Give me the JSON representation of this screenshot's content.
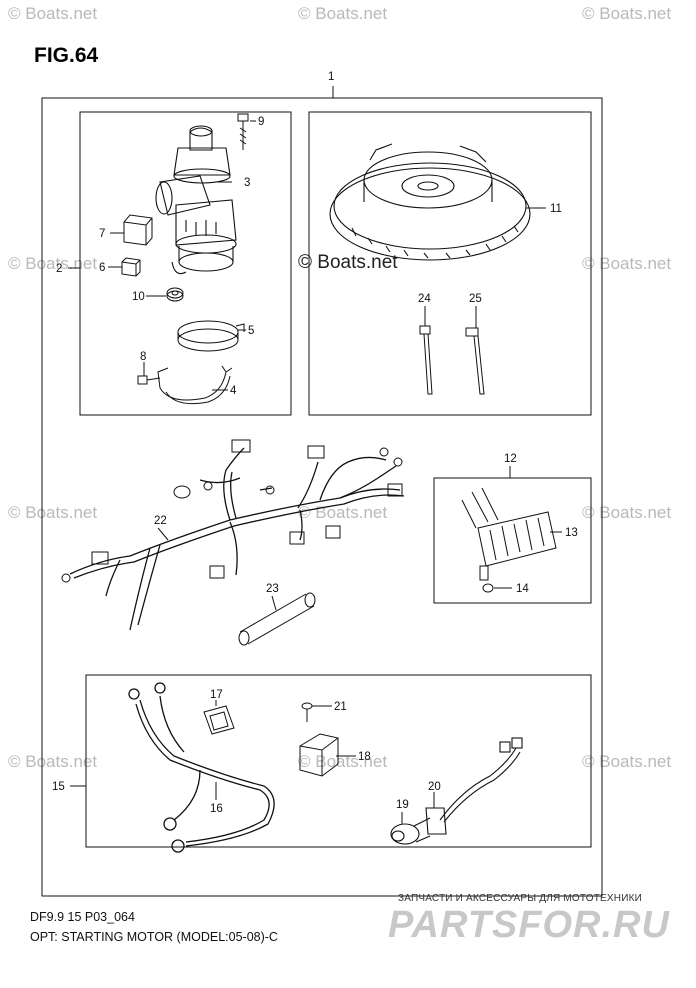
{
  "figure": {
    "title": "FIG.64",
    "code": "DF9.9 15 P03_064",
    "caption": "OPT: STARTING MOTOR (MODEL:05-08)-C"
  },
  "watermark": {
    "text": "© Boats.net"
  },
  "logo": {
    "tagline": "ЗАПЧАСТИ И АКСЕССУАРЫ ДЛЯ МОТОТЕХНИКИ",
    "name": "PARTSFOR.RU"
  },
  "callouts": [
    "1",
    "2",
    "3",
    "4",
    "5",
    "6",
    "7",
    "8",
    "9",
    "10",
    "11",
    "12",
    "13",
    "14",
    "15",
    "16",
    "17",
    "18",
    "19",
    "20",
    "21",
    "22",
    "23",
    "24",
    "25"
  ],
  "colors": {
    "line": "#111111",
    "watermark": "#b9b9b9",
    "logo": "#c8c8c8"
  }
}
